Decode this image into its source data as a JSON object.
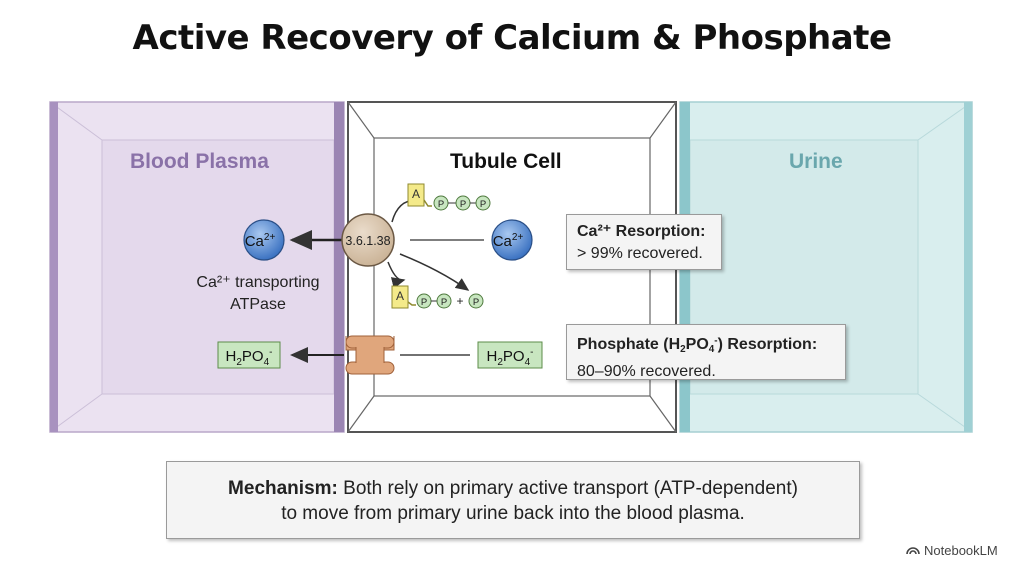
{
  "title": "Active Recovery of Calcium & Phosphate",
  "compartments": {
    "plasma": "Blood Plasma",
    "cell": "Tubule Cell",
    "urine": "Urine"
  },
  "enzyme": {
    "ec_number": "3.6.1.38",
    "label_line1": "Ca²⁺ transporting",
    "label_line2": "ATPase"
  },
  "molecules": {
    "ca_base": "Ca",
    "ca_charge": "2+",
    "phosphate": "H2PO4-",
    "phosphate_h": "H",
    "phosphate_2": "2",
    "phosphate_po": "PO",
    "phosphate_4": "4",
    "phosphate_charge": "-",
    "adenosine": "A",
    "phosphate_group": "P",
    "plus": "+"
  },
  "callouts": {
    "calcium": {
      "heading": "Ca²⁺ Resorption:",
      "text": "> 99% recovered."
    },
    "phosphate": {
      "heading_pre": "Phosphate (H",
      "heading_2": "2",
      "heading_po": "PO",
      "heading_4": "4",
      "heading_charge": "-",
      "heading_post": ") Resorption:",
      "text": "80–90% recovered."
    }
  },
  "mechanism": {
    "label": "Mechanism:",
    "line1": "Both rely on primary active transport (ATP-dependent)",
    "line2": "to move from primary urine back into the blood plasma."
  },
  "brand": "NotebookLM",
  "colors": {
    "plasma": "#e6dcee",
    "plasma_edge": "#9b85b3",
    "urine": "#d5ecec",
    "urine_edge": "#7dbec4",
    "calcium_ion": "#4f86cf",
    "enzyme": "#d9c7b2",
    "phosphate_box": "#c8e6c0",
    "atp_yellow": "#f4ea8a",
    "channel": "#e0a67c"
  }
}
